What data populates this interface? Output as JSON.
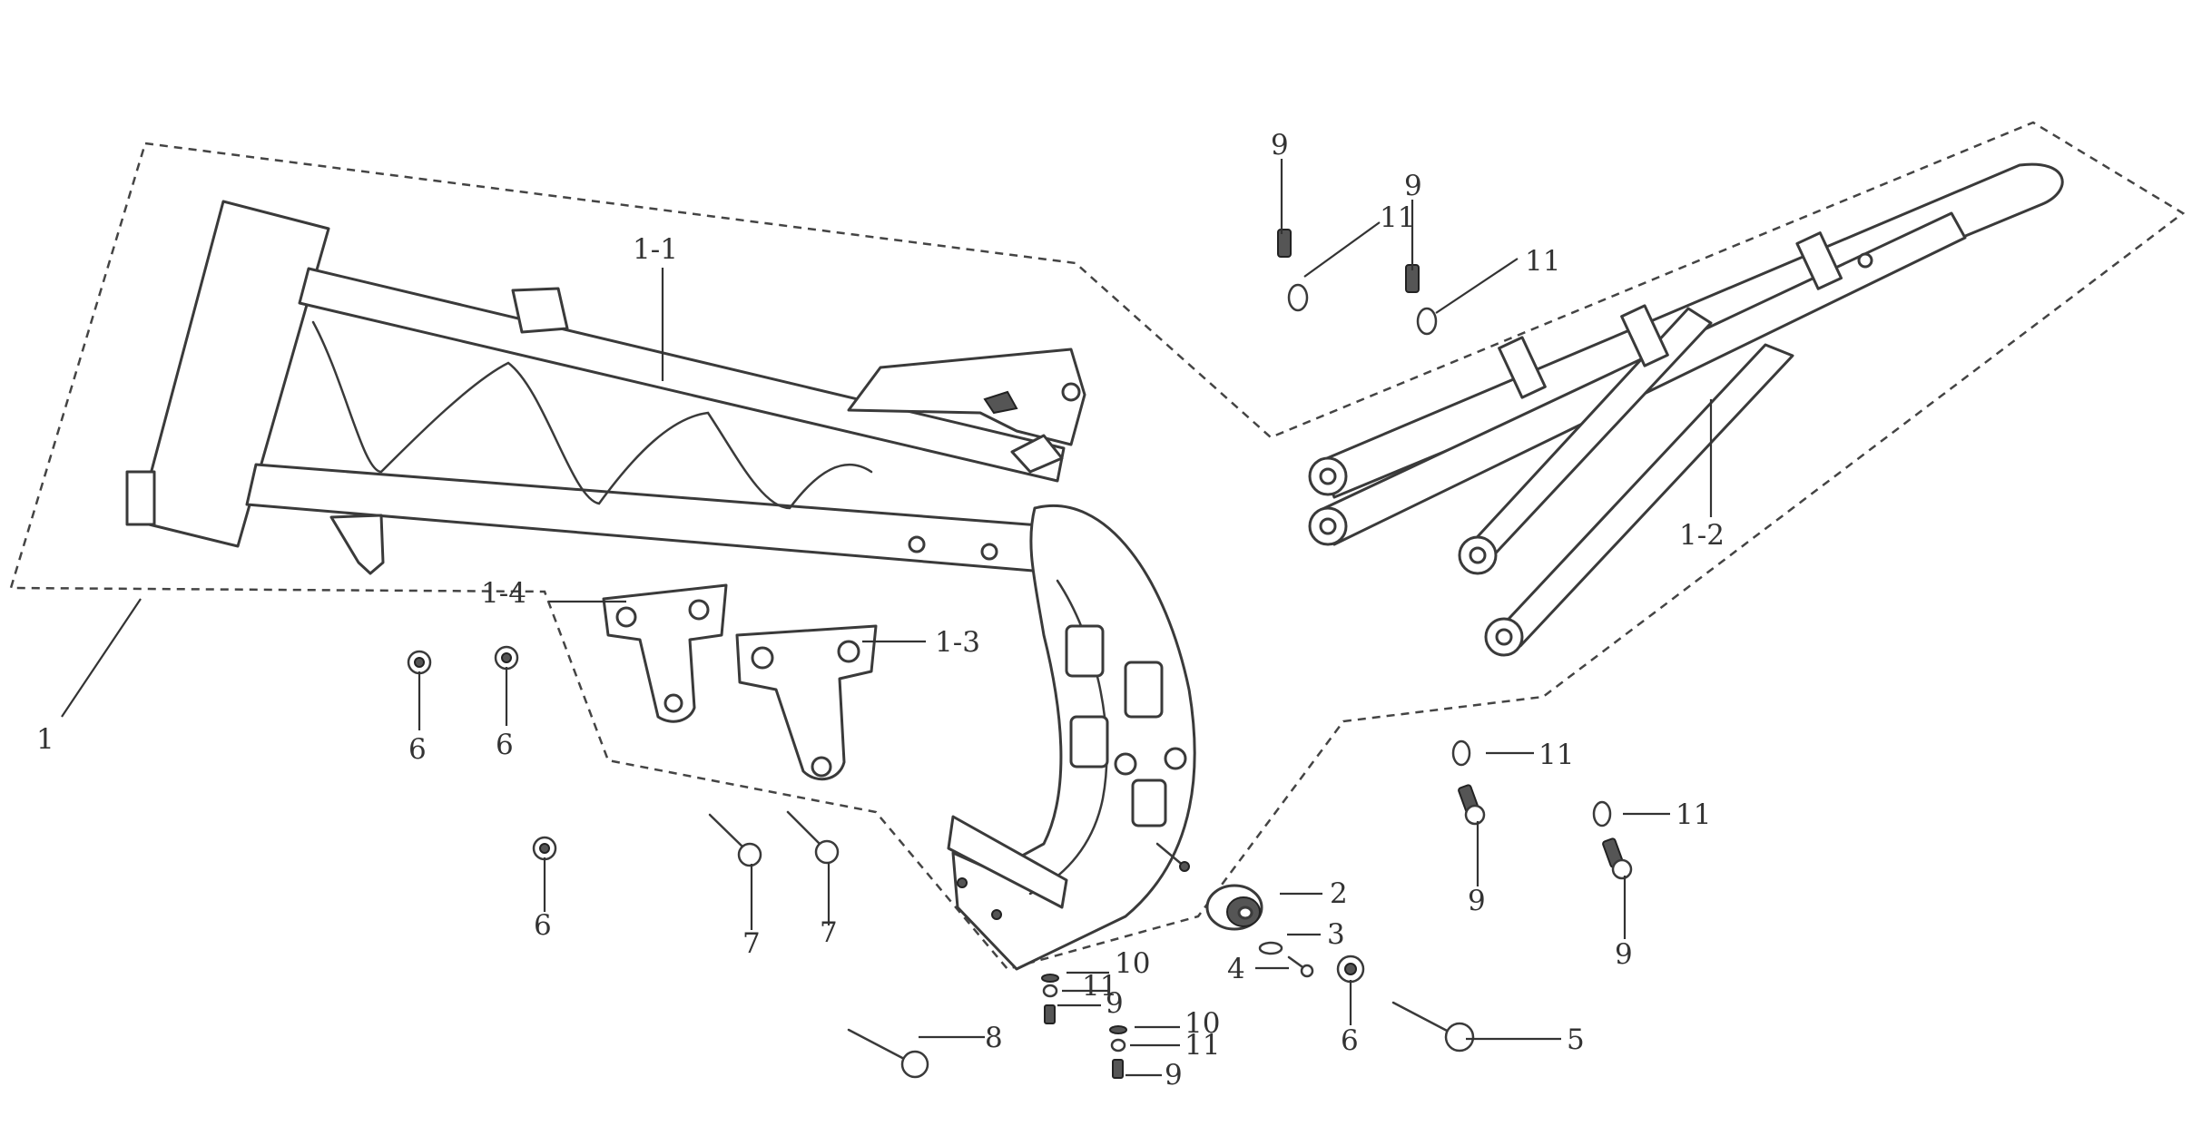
{
  "labels": {
    "frame": "1",
    "frame_main_tube": "1-1",
    "rear_subframe": "1-2",
    "bracket_right": "1-3",
    "bracket_left": "1-4",
    "chain_roller": "2",
    "washer": "3",
    "roller_bolt": "4",
    "long_bolt": "5",
    "nut": "6",
    "bolt_medium": "7",
    "bolt_long": "8",
    "small_bolt": "9",
    "flat_washer": "10",
    "spring_washer": "11"
  }
}
